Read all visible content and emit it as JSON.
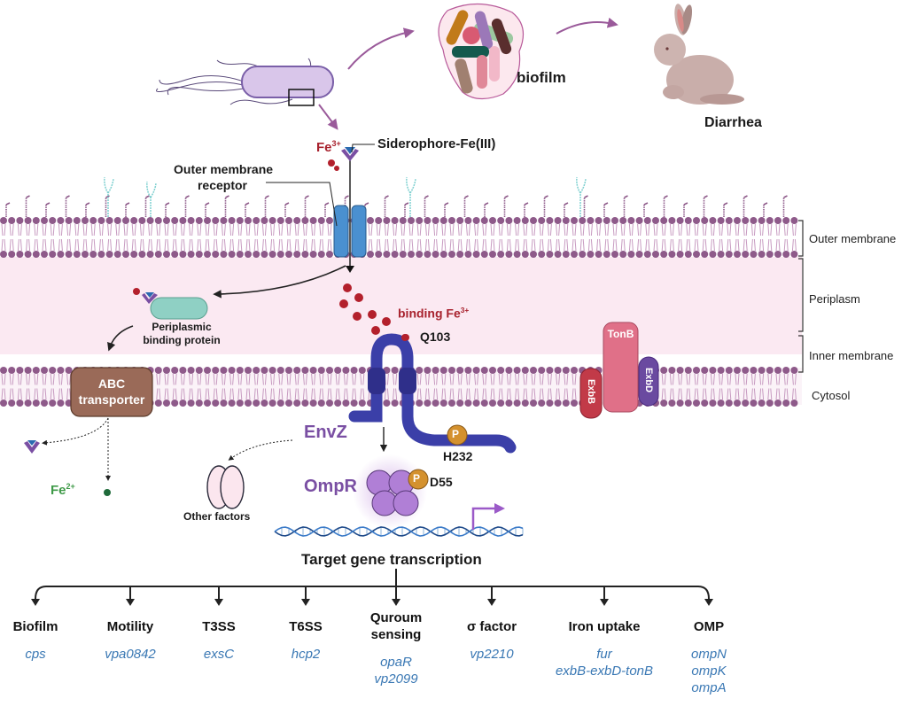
{
  "top": {
    "biofilm_label": "biofilm",
    "host_label": "Diarrhea",
    "siderophore_label": "Siderophore-Fe(III)",
    "fe3_label": "Fe",
    "fe3_charge": "3+",
    "outer_receptor_label_line1": "Outer membrane",
    "outer_receptor_label_line2": "receptor"
  },
  "compartments": [
    {
      "label": "Outer membrane"
    },
    {
      "label": "Periplasm"
    },
    {
      "label": "Inner membrane"
    },
    {
      "label": "Cytosol"
    }
  ],
  "periplasm": {
    "pbp_line1": "Periplasmic",
    "pbp_line2": "binding protein",
    "binding_label": "binding Fe",
    "binding_charge": "3+",
    "residue_q": "Q103",
    "tonb": "TonB",
    "exbb": "ExbB",
    "exbd": "ExbD"
  },
  "cytosol": {
    "abc_line1": "ABC",
    "abc_line2": "transporter",
    "fe2_label": "Fe",
    "fe2_charge": "2+",
    "envz": "EnvZ",
    "h_residue": "H232",
    "ompr": "OmpR",
    "d_residue": "D55",
    "phospho": "P",
    "other_factors": "Other factors",
    "transcription": "Target gene transcription"
  },
  "targets": [
    {
      "category": "Biofilm",
      "genes": [
        "cps"
      ]
    },
    {
      "category": "Motility",
      "genes": [
        "vpa0842"
      ]
    },
    {
      "category": "T3SS",
      "genes": [
        "exsC"
      ]
    },
    {
      "category": "T6SS",
      "genes": [
        "hcp2"
      ]
    },
    {
      "category": "Quroum sensing",
      "category_line1": "Quroum",
      "category_line2": "sensing",
      "genes": [
        "opaR",
        "vp2099"
      ]
    },
    {
      "category": "σ factor",
      "genes": [
        "vp2210"
      ]
    },
    {
      "category": "Iron uptake",
      "genes": [
        "fur",
        "exbB-exbD-tonB"
      ]
    },
    {
      "category": "OMP",
      "genes": [
        "ompN",
        "ompK",
        "ompA"
      ]
    }
  ],
  "colors": {
    "membrane": "#8e5a8a",
    "periplasm": "#fbe9f2",
    "fe3": "#b3202c",
    "envz": "#3b3fa8",
    "ompr": "#b07fd6",
    "phospho": "#d4912e",
    "receptor": "#4a90d0",
    "gene_text": "#3a78b4",
    "tonb": "#e07088",
    "exbb": "#c23a48",
    "exbd": "#6a4aa0",
    "abc": "#9a6a58"
  }
}
